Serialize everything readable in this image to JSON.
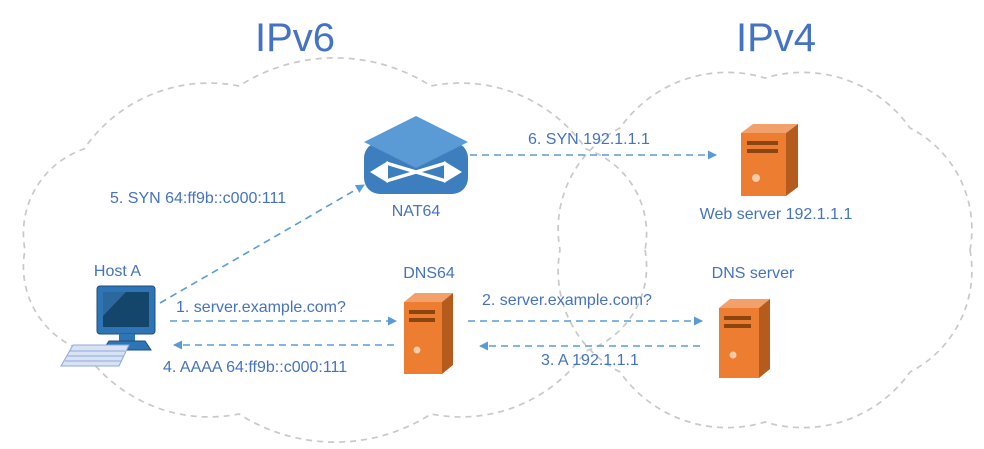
{
  "diagram": {
    "title_left": "IPv6",
    "title_right": "IPv4"
  },
  "nodes": {
    "host": {
      "label": "Host A"
    },
    "nat64": {
      "label": "NAT64"
    },
    "dns64": {
      "label": "DNS64"
    },
    "web_server": {
      "label": "Web server 192.1.1.1"
    },
    "dns_server": {
      "label": "DNS server"
    }
  },
  "messages": [
    {
      "label": "1. server.example.com?"
    },
    {
      "label": "2. server.example.com?"
    },
    {
      "label": "3. A 192.1.1.1"
    },
    {
      "label": "4. AAAA 64:ff9b::c000:111"
    },
    {
      "label": "5. SYN 64:ff9b::c000:111"
    },
    {
      "label": "6. SYN 192.1.1.1"
    }
  ],
  "colors": {
    "text_blue": "#4472C4",
    "arrow_blue": "#5B9BD5",
    "server_orange": "#ED7D31",
    "server_orange_dark": "#B55B1E",
    "server_orange_light": "#F2A16B",
    "router_blue": "#5B9BD5",
    "cloud_outline": "#C9C9C9"
  }
}
